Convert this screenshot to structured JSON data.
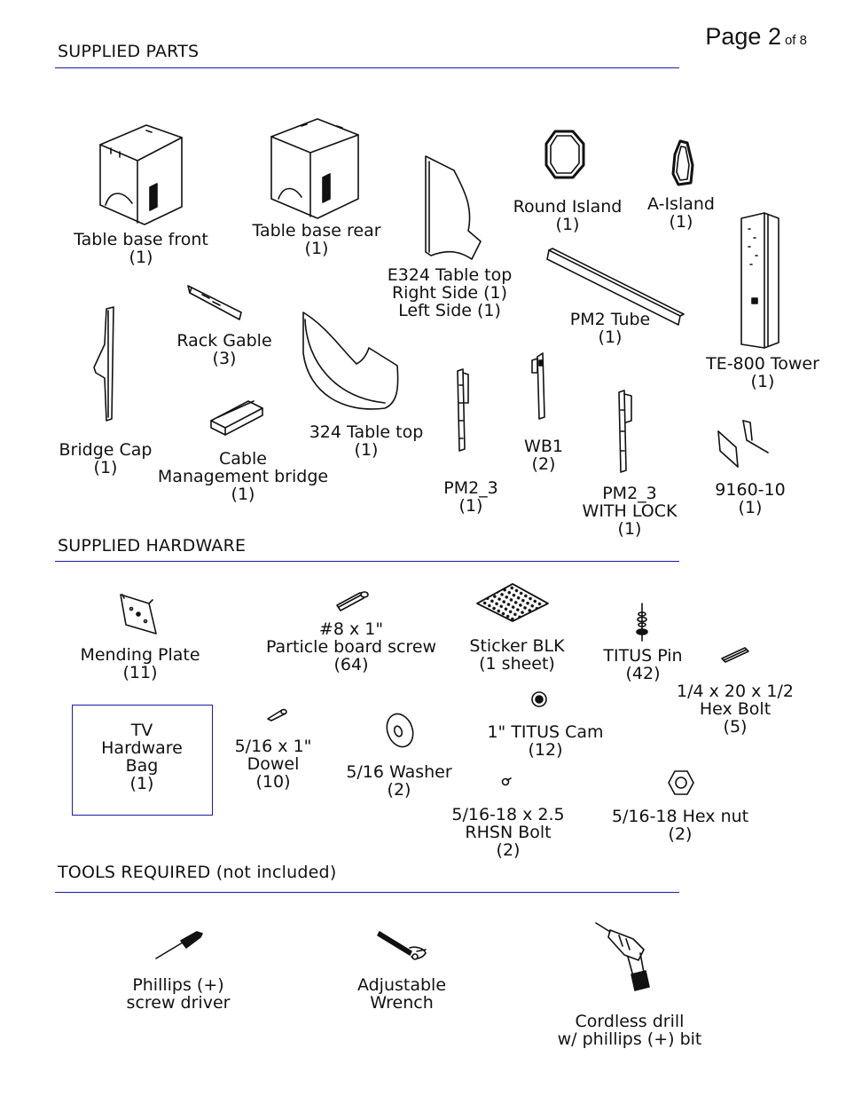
{
  "page": {
    "label": "Page 2",
    "of": "of 8"
  },
  "sections": {
    "parts": "SUPPLIED PARTS",
    "hardware": "SUPPLIED HARDWARE",
    "tools": "TOOLS REQUIRED (not included)"
  },
  "parts": {
    "table_base_front": {
      "name": "Table base front",
      "qty": "(1)"
    },
    "table_base_rear": {
      "name": "Table base rear",
      "qty": "(1)"
    },
    "e324_table_top": {
      "line1": "E324 Table top",
      "line2": "Right Side (1)",
      "line3": "Left Side (1)"
    },
    "round_island": {
      "name": "Round Island",
      "qty": "(1)"
    },
    "a_island": {
      "name": "A-Island",
      "qty": "(1)"
    },
    "te800_tower": {
      "name": "TE-800 Tower",
      "qty": "(1)"
    },
    "rack_gable": {
      "name": "Rack Gable",
      "qty": "(3)"
    },
    "pm2_tube": {
      "name": "PM2 Tube",
      "qty": "(1)"
    },
    "bridge_cap": {
      "name": "Bridge Cap",
      "qty": "(1)"
    },
    "cable_bridge": {
      "line1": "Cable",
      "line2": "Management bridge",
      "qty": "(1)"
    },
    "table_top_324": {
      "name": "324 Table top",
      "qty": "(1)"
    },
    "wb1": {
      "name": "WB1",
      "qty": "(2)"
    },
    "pm2_3": {
      "name": "PM2_3",
      "qty": "(1)"
    },
    "pm2_3_lock": {
      "line1": "PM2_3",
      "line2": "WITH LOCK",
      "qty": "(1)"
    },
    "part_9160": {
      "name": "9160-10",
      "qty": "(1)"
    }
  },
  "hardware": {
    "mending_plate": {
      "name": "Mending Plate",
      "qty": "(11)"
    },
    "particle_screw": {
      "line1": "#8 x 1\"",
      "line2": "Particle board screw",
      "qty": "(64)"
    },
    "sticker": {
      "name": "Sticker BLK",
      "qty": "(1 sheet)"
    },
    "titus_pin": {
      "name": "TITUS Pin",
      "qty": "(42)"
    },
    "hex_bolt": {
      "line1": "1/4 x 20 x 1/2",
      "line2": "Hex Bolt",
      "qty": "(5)"
    },
    "tv_bag": {
      "line1": "TV",
      "line2": "Hardware",
      "line3": "Bag",
      "qty": "(1)"
    },
    "dowel": {
      "line1": "5/16 x 1\"",
      "line2": "Dowel",
      "qty": "(10)"
    },
    "washer": {
      "name": "5/16 Washer",
      "qty": "(2)"
    },
    "titus_cam": {
      "name": "1\" TITUS Cam",
      "qty": "(12)"
    },
    "rhsn_bolt": {
      "line1": "5/16-18 x 2.5",
      "line2": "RHSN Bolt",
      "qty": "(2)"
    },
    "hex_nut": {
      "name": "5/16-18 Hex nut",
      "qty": "(2)"
    }
  },
  "tools": {
    "screwdriver": {
      "line1": "Phillips (+)",
      "line2": "screw driver"
    },
    "wrench": {
      "line1": "Adjustable",
      "line2": "Wrench"
    },
    "drill": {
      "line1": "Cordless drill",
      "line2": "w/ phillips (+) bit"
    }
  },
  "colors": {
    "rule": "#1a1aa8",
    "ink": "#111111"
  }
}
